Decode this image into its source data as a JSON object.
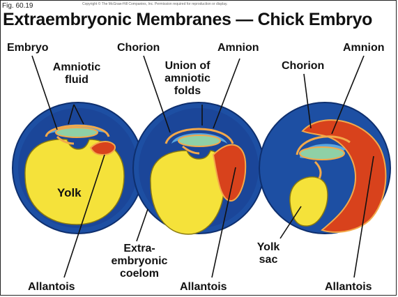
{
  "figure": {
    "number": "Fig. 60.19",
    "copyright": "Copyright © The McGraw-Hill Companies, Inc. Permission required for reproduction or display.",
    "title": "Extraembryonic Membranes — Chick Embryo"
  },
  "labels": {
    "embryo": "Embryo",
    "amniotic_fluid_1": "Amniotic",
    "amniotic_fluid_2": "fluid",
    "yolk": "Yolk",
    "allantois_1": "Allantois",
    "chorion_1": "Chorion",
    "union_1": "Union of",
    "union_2": "amniotic",
    "union_3": "folds",
    "amnion_1": "Amnion",
    "extra_1": "Extra-",
    "extra_2": "embryonic",
    "extra_3": "coelom",
    "allantois_2": "Allantois",
    "amnion_2": "Amnion",
    "chorion_2": "Chorion",
    "yolk_sac_1": "Yolk",
    "yolk_sac_2": "sac",
    "allantois_3": "Allantois"
  },
  "colors": {
    "shell": "#1d4fa3",
    "shell_dark": "#123a82",
    "yolk": "#f5e23a",
    "allantois": "#d8421c",
    "embryo": "#8fd0a6",
    "membrane": "#f3a94a",
    "fluid": "#5aa7e0"
  }
}
